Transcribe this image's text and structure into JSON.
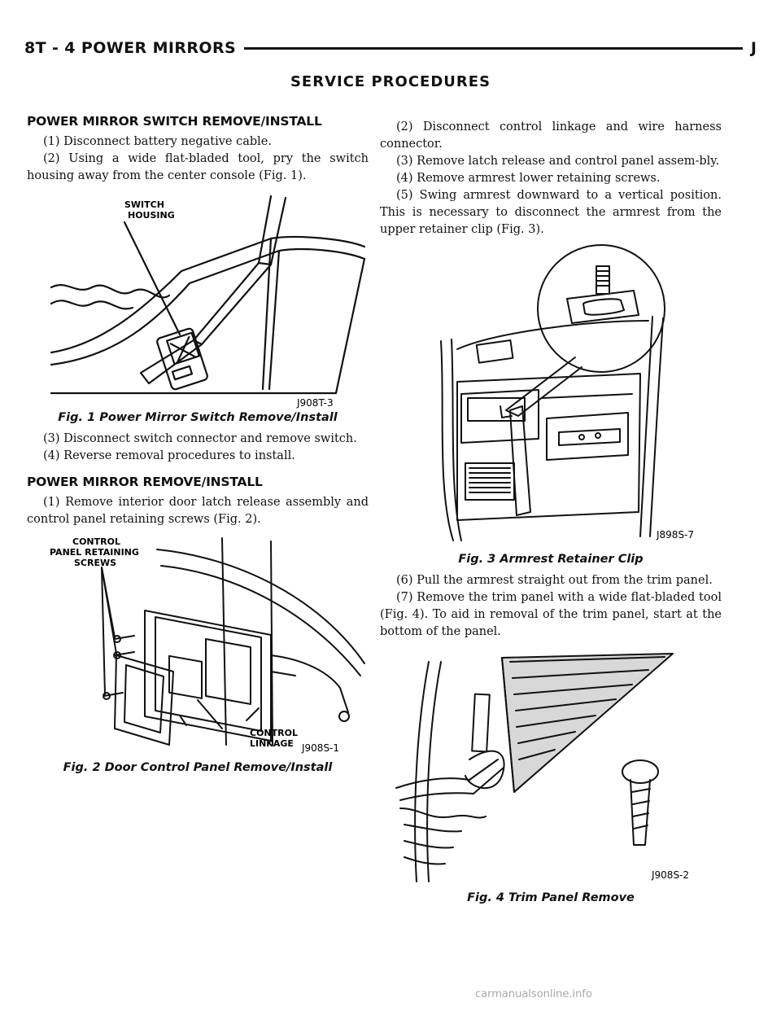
{
  "header": {
    "left": "8T - 4    POWER MIRRORS",
    "right": "J"
  },
  "section_title": "SERVICE PROCEDURES",
  "left_column": {
    "heading1": "POWER MIRROR SWITCH REMOVE/INSTALL",
    "steps1": [
      "(1) Disconnect battery negative cable.",
      "(2) Using a wide flat-bladed tool, pry the switch housing away from the center console (Fig. 1)."
    ],
    "fig1": {
      "label_switch": "SWITCH",
      "label_housing": "HOUSING",
      "code": "J908T-3",
      "caption": "Fig. 1 Power Mirror Switch Remove/Install"
    },
    "steps2": [
      "(3) Disconnect switch connector and remove switch.",
      "(4) Reverse removal procedures to install."
    ],
    "heading2": "POWER MIRROR REMOVE/INSTALL",
    "steps3": [
      "(1) Remove interior door latch release assembly and control panel retaining screws (Fig. 2)."
    ],
    "fig2": {
      "label_control": "CONTROL",
      "label_panel": "PANEL RETAINING",
      "label_screws": "SCREWS",
      "label_control2": "CONTROL",
      "label_linkage": "LINKAGE",
      "code": "J908S-1",
      "caption": "Fig. 2 Door Control Panel Remove/Install"
    }
  },
  "right_column": {
    "steps1": [
      "(2) Disconnect control linkage and wire harness connector.",
      "(3) Remove latch release and control panel assem-bly.",
      "(4) Remove armrest lower retaining screws.",
      "(5) Swing armrest downward to a vertical position. This is necessary to disconnect the armrest from the upper retainer clip (Fig. 3)."
    ],
    "fig3": {
      "code": "J898S-7",
      "caption": "Fig. 3 Armrest Retainer Clip"
    },
    "steps2": [
      "(6) Pull the armrest straight out from the trim panel.",
      "(7) Remove the trim panel with a wide flat-bladed tool (Fig. 4). To aid in removal of the trim panel, start at the bottom of the panel."
    ],
    "fig4": {
      "code": "J908S-2",
      "caption": "Fig. 4 Trim Panel Remove"
    }
  },
  "watermark": "carmanualsonline.info"
}
